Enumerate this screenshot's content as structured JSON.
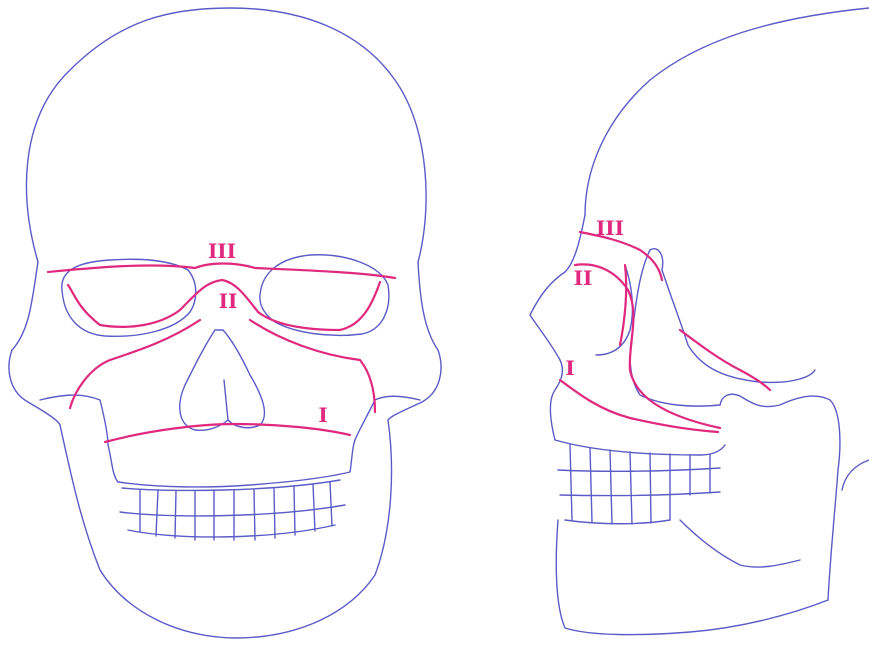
{
  "colors": {
    "outline": "#5b5bc8",
    "fracture_lines": "#e0287e",
    "background": "#ffffff"
  },
  "frontal_view": {
    "labels": {
      "le_fort_1": "I",
      "le_fort_2": "II",
      "le_fort_3": "III"
    }
  },
  "lateral_view": {
    "labels": {
      "le_fort_1": "I",
      "le_fort_2": "II",
      "le_fort_3": "III"
    }
  }
}
